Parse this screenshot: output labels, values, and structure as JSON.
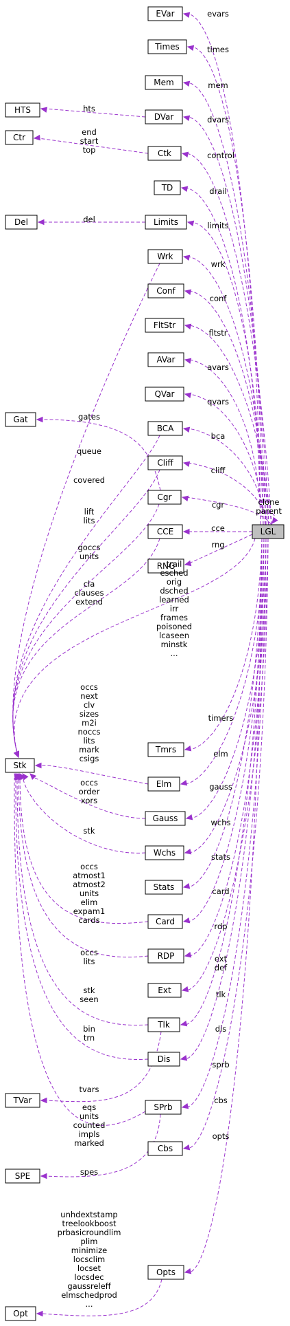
{
  "title": "LGL collaboration diagram",
  "colors": {
    "edge": "#9a32cd",
    "highlight": "#bfbfbf",
    "node_border": "#000000"
  },
  "nodes": {
    "EVar": "EVar",
    "Times": "Times",
    "Mem": "Mem",
    "DVar": "DVar",
    "HTS": "HTS",
    "Ctk": "Ctk",
    "Ctr": "Ctr",
    "TD": "TD",
    "Limits": "Limits",
    "Del": "Del",
    "Wrk": "Wrk",
    "Conf": "Conf",
    "FltStr": "FltStr",
    "AVar": "AVar",
    "QVar": "QVar",
    "Gat": "Gat",
    "BCA": "BCA",
    "Cliff": "Cliff",
    "Cgr": "Cgr",
    "CCE": "CCE",
    "LGL": "LGL",
    "RNG": "RNG",
    "Stk": "Stk",
    "Tmrs": "Tmrs",
    "Elm": "Elm",
    "Gauss": "Gauss",
    "Wchs": "Wchs",
    "Stats": "Stats",
    "Card": "Card",
    "RDP": "RDP",
    "Ext": "Ext",
    "Tlk": "Tlk",
    "Dis": "Dis",
    "TVar": "TVar",
    "SPrb": "SPrb",
    "Cbs": "Cbs",
    "SPE": "SPE",
    "Opts": "Opts",
    "Opt": "Opt"
  },
  "labels": {
    "evars": [
      "evars"
    ],
    "times": [
      "times"
    ],
    "mem": [
      "mem"
    ],
    "dvars": [
      "dvars"
    ],
    "hts": [
      "hts"
    ],
    "ctr": [
      "end",
      "start",
      "top"
    ],
    "control": [
      "control"
    ],
    "drail": [
      "drail"
    ],
    "limits": [
      "limits"
    ],
    "del": [
      "del"
    ],
    "wrk": [
      "wrk"
    ],
    "conf": [
      "conf"
    ],
    "fltstr": [
      "fltstr"
    ],
    "avars": [
      "avars"
    ],
    "qvars": [
      "qvars"
    ],
    "gates": [
      "gates"
    ],
    "bca": [
      "bca"
    ],
    "cliff": [
      "cliff"
    ],
    "cgr": [
      "cgr"
    ],
    "cce": [
      "cce"
    ],
    "clone": [
      "clone",
      "parent"
    ],
    "rng": [
      "rng"
    ],
    "queue": [
      "queue"
    ],
    "covered": [
      "covered"
    ],
    "lift": [
      "lift",
      "lits"
    ],
    "goccs": [
      "goccs",
      "units"
    ],
    "cla": [
      "cla",
      "clauses",
      "extend"
    ],
    "trail": [
      "trail",
      "esched",
      "orig",
      "dsched",
      "learned",
      "irr",
      "frames",
      "poisoned",
      "lcaseen",
      "minstk",
      "..."
    ],
    "occs_elm": [
      "occs",
      "next",
      "clv",
      "sizes",
      "m2i",
      "noccs",
      "lits",
      "mark",
      "csigs"
    ],
    "occs_gauss": [
      "occs",
      "order",
      "xors"
    ],
    "stk": [
      "stk"
    ],
    "occs_card": [
      "occs",
      "atmost1",
      "atmost2",
      "units",
      "elim",
      "expam1",
      "cards"
    ],
    "occs_rdp": [
      "occs",
      "lits"
    ],
    "stk_seen": [
      "stk",
      "seen"
    ],
    "bin": [
      "bin",
      "trn"
    ],
    "tvars": [
      "tvars"
    ],
    "eqs": [
      "eqs",
      "units",
      "counted",
      "impls",
      "marked"
    ],
    "spes": [
      "spes"
    ],
    "timers": [
      "timers"
    ],
    "elm": [
      "elm"
    ],
    "gauss": [
      "gauss"
    ],
    "wchs": [
      "wchs"
    ],
    "stats": [
      "stats"
    ],
    "card": [
      "card"
    ],
    "rdp": [
      "rdp"
    ],
    "ext": [
      "ext",
      "def"
    ],
    "tlk": [
      "tlk"
    ],
    "dis": [
      "dis"
    ],
    "sprb": [
      "sprb"
    ],
    "cbs": [
      "cbs"
    ],
    "opts": [
      "opts"
    ],
    "opt": [
      "unhdextstamp",
      "treelookboost",
      "prbasicroundlim",
      "plim",
      "minimize",
      "locsclim",
      "locset",
      "locsdec",
      "gaussreleff",
      "elmschedprod",
      "..."
    ]
  }
}
